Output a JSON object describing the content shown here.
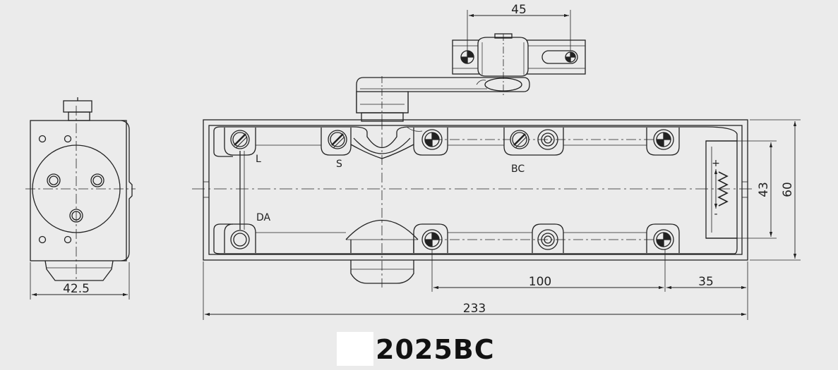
{
  "title": "2025BC",
  "colors": {
    "line": "#222222",
    "background": "#ebebeb",
    "label_box": "#ffffff"
  },
  "labels": {
    "L": "L",
    "S": "S",
    "BC": "BC",
    "DA": "DA",
    "plus": "+",
    "minus": "-"
  },
  "dimensions": {
    "arm_bracket": "45",
    "side_width": "42.5",
    "total_length": "233",
    "hole_spacing": "100",
    "end_offset": "35",
    "inner_height": "43",
    "outer_height": "60"
  }
}
